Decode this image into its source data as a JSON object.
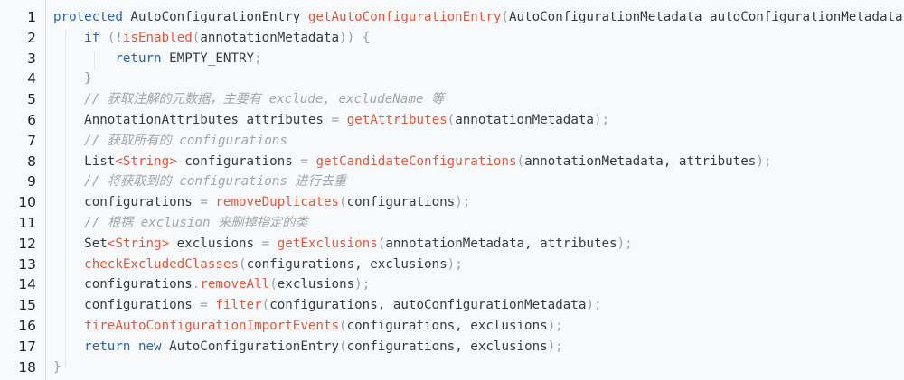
{
  "editor": {
    "lines": [
      {
        "number": "1",
        "indent": 0,
        "tokens": [
          {
            "t": "kw",
            "v": "protected"
          },
          {
            "t": "plain",
            "v": " AutoConfigurationEntry "
          },
          {
            "t": "fn",
            "v": "getAutoConfigurationEntry"
          },
          {
            "t": "punc",
            "v": "("
          },
          {
            "t": "plain",
            "v": "AutoConfigurationMetadata autoConfigurationMetadata, Anno"
          }
        ]
      },
      {
        "number": "2",
        "indent": 1,
        "tokens": [
          {
            "t": "kw",
            "v": "if"
          },
          {
            "t": "plain",
            "v": " "
          },
          {
            "t": "punc",
            "v": "(!"
          },
          {
            "t": "fn",
            "v": "isEnabled"
          },
          {
            "t": "punc",
            "v": "("
          },
          {
            "t": "plain",
            "v": "annotationMetadata"
          },
          {
            "t": "punc",
            "v": ")) {"
          }
        ]
      },
      {
        "number": "3",
        "indent": 2,
        "tokens": [
          {
            "t": "kw",
            "v": "return"
          },
          {
            "t": "plain",
            "v": " EMPTY_ENTRY"
          },
          {
            "t": "punc",
            "v": ";"
          }
        ]
      },
      {
        "number": "4",
        "indent": 1,
        "tokens": [
          {
            "t": "punc",
            "v": "}"
          }
        ]
      },
      {
        "number": "5",
        "indent": 1,
        "tokens": [
          {
            "t": "comment",
            "v": "// 获取注解的元数据，主要有 exclude, excludeName 等"
          }
        ]
      },
      {
        "number": "6",
        "indent": 1,
        "tokens": [
          {
            "t": "plain",
            "v": "AnnotationAttributes attributes "
          },
          {
            "t": "punc",
            "v": "= "
          },
          {
            "t": "fn",
            "v": "getAttributes"
          },
          {
            "t": "punc",
            "v": "("
          },
          {
            "t": "plain",
            "v": "annotationMetadata"
          },
          {
            "t": "punc",
            "v": ");"
          }
        ]
      },
      {
        "number": "7",
        "indent": 1,
        "tokens": [
          {
            "t": "comment",
            "v": "// 获取所有的 configurations"
          }
        ]
      },
      {
        "number": "8",
        "indent": 1,
        "tokens": [
          {
            "t": "plain",
            "v": "List"
          },
          {
            "t": "fn",
            "v": "<String>"
          },
          {
            "t": "plain",
            "v": " configurations "
          },
          {
            "t": "punc",
            "v": "= "
          },
          {
            "t": "fn",
            "v": "getCandidateConfigurations"
          },
          {
            "t": "punc",
            "v": "("
          },
          {
            "t": "plain",
            "v": "annotationMetadata, attributes"
          },
          {
            "t": "punc",
            "v": ");"
          }
        ]
      },
      {
        "number": "9",
        "indent": 1,
        "tokens": [
          {
            "t": "comment",
            "v": "// 将获取到的 configurations 进行去重"
          }
        ]
      },
      {
        "number": "10",
        "indent": 1,
        "tokens": [
          {
            "t": "plain",
            "v": "configurations "
          },
          {
            "t": "punc",
            "v": "= "
          },
          {
            "t": "fn",
            "v": "removeDuplicates"
          },
          {
            "t": "punc",
            "v": "("
          },
          {
            "t": "plain",
            "v": "configurations"
          },
          {
            "t": "punc",
            "v": ");"
          }
        ]
      },
      {
        "number": "11",
        "indent": 1,
        "tokens": [
          {
            "t": "comment",
            "v": "// 根据 exclusion 来删掉指定的类"
          }
        ]
      },
      {
        "number": "12",
        "indent": 1,
        "tokens": [
          {
            "t": "plain",
            "v": "Set"
          },
          {
            "t": "fn",
            "v": "<String>"
          },
          {
            "t": "plain",
            "v": " exclusions "
          },
          {
            "t": "punc",
            "v": "= "
          },
          {
            "t": "fn",
            "v": "getExclusions"
          },
          {
            "t": "punc",
            "v": "("
          },
          {
            "t": "plain",
            "v": "annotationMetadata, attributes"
          },
          {
            "t": "punc",
            "v": ");"
          }
        ]
      },
      {
        "number": "13",
        "indent": 1,
        "tokens": [
          {
            "t": "fn",
            "v": "checkExcludedClasses"
          },
          {
            "t": "punc",
            "v": "("
          },
          {
            "t": "plain",
            "v": "configurations, exclusions"
          },
          {
            "t": "punc",
            "v": ");"
          }
        ]
      },
      {
        "number": "14",
        "indent": 1,
        "tokens": [
          {
            "t": "plain",
            "v": "configurations"
          },
          {
            "t": "punc",
            "v": "."
          },
          {
            "t": "fn",
            "v": "removeAll"
          },
          {
            "t": "punc",
            "v": "("
          },
          {
            "t": "plain",
            "v": "exclusions"
          },
          {
            "t": "punc",
            "v": ");"
          }
        ]
      },
      {
        "number": "15",
        "indent": 1,
        "tokens": [
          {
            "t": "plain",
            "v": "configurations "
          },
          {
            "t": "punc",
            "v": "= "
          },
          {
            "t": "fn",
            "v": "filter"
          },
          {
            "t": "punc",
            "v": "("
          },
          {
            "t": "plain",
            "v": "configurations, autoConfigurationMetadata"
          },
          {
            "t": "punc",
            "v": ");"
          }
        ]
      },
      {
        "number": "16",
        "indent": 1,
        "tokens": [
          {
            "t": "fn",
            "v": "fireAutoConfigurationImportEvents"
          },
          {
            "t": "punc",
            "v": "("
          },
          {
            "t": "plain",
            "v": "configurations, exclusions"
          },
          {
            "t": "punc",
            "v": ");"
          }
        ]
      },
      {
        "number": "17",
        "indent": 1,
        "tokens": [
          {
            "t": "kw",
            "v": "return"
          },
          {
            "t": "plain",
            "v": " "
          },
          {
            "t": "kw",
            "v": "new"
          },
          {
            "t": "plain",
            "v": " AutoConfigurationEntry"
          },
          {
            "t": "punc",
            "v": "("
          },
          {
            "t": "plain",
            "v": "configurations, exclusions"
          },
          {
            "t": "punc",
            "v": ");"
          }
        ]
      },
      {
        "number": "18",
        "indent": 0,
        "tokens": [
          {
            "t": "punc",
            "v": "}"
          }
        ]
      }
    ]
  },
  "colors": {
    "keyword": "#2862b0",
    "function": "#e4573d",
    "text": "#383a42",
    "punctuation": "#9a9fa6",
    "comment": "#a0a6ad",
    "background": "#f8f9fb",
    "gutter_border": "#dcdfe4"
  }
}
